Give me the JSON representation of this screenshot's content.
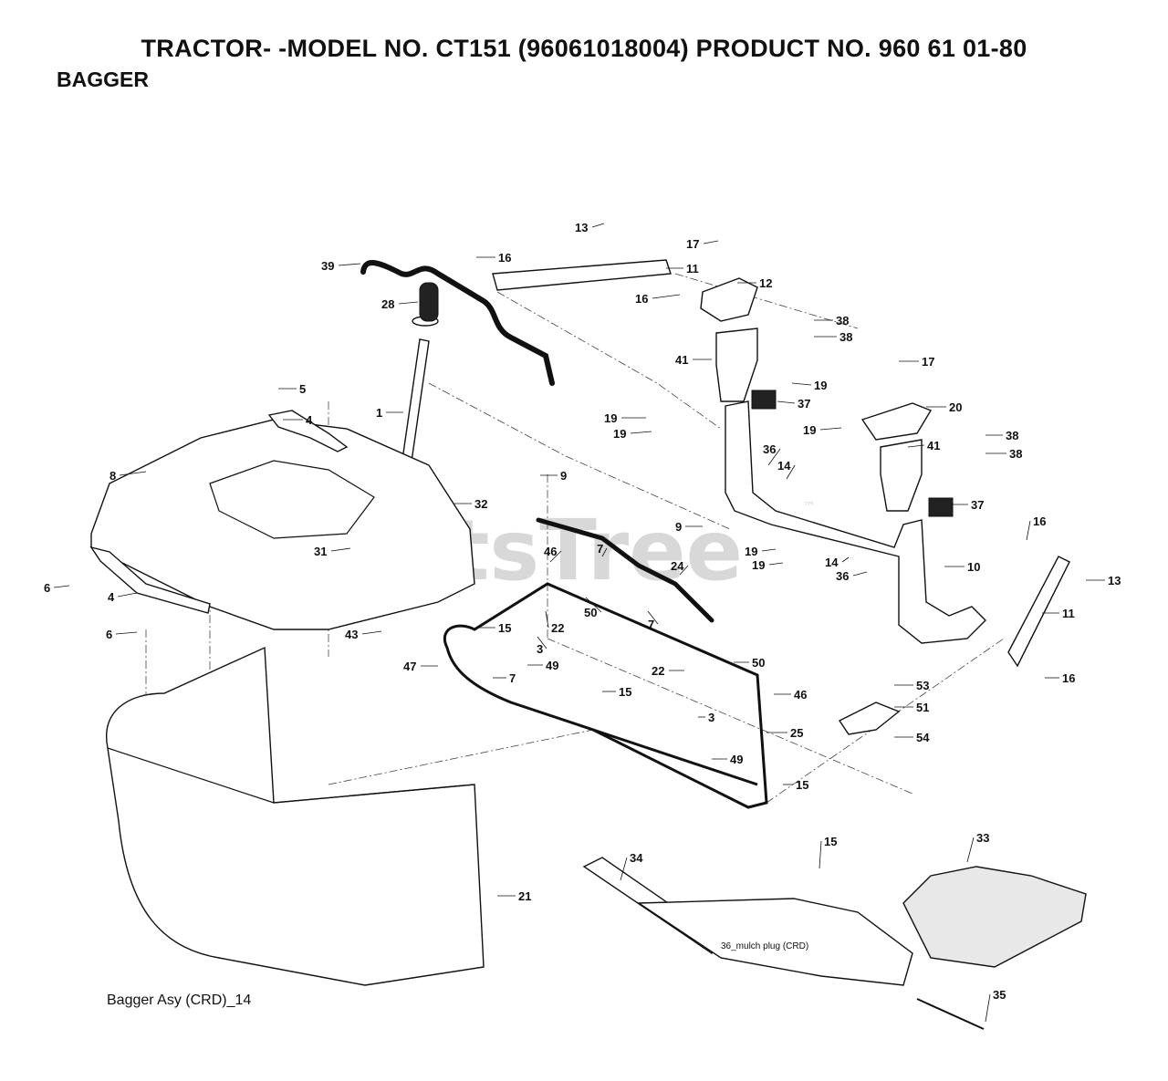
{
  "header": {
    "title": "TRACTOR- -MODEL NO. CT151 (96061018004) PRODUCT NO. 960 61 01-80",
    "subtitle": "BAGGER"
  },
  "watermark": {
    "text": "PartsTree",
    "tm": "™"
  },
  "caption": "Bagger Asy (CRD)_14",
  "mulch_plug_label": "36_mulch plug (CRD)",
  "callouts": [
    {
      "id": "c39",
      "text": "39"
    },
    {
      "id": "c16a",
      "text": "16"
    },
    {
      "id": "c13a",
      "text": "13"
    },
    {
      "id": "c17a",
      "text": "17"
    },
    {
      "id": "c11a",
      "text": "11"
    },
    {
      "id": "c12",
      "text": "12"
    },
    {
      "id": "c16b",
      "text": "16"
    },
    {
      "id": "c28",
      "text": "28"
    },
    {
      "id": "c38a",
      "text": "38"
    },
    {
      "id": "c38b",
      "text": "38"
    },
    {
      "id": "c41a",
      "text": "41"
    },
    {
      "id": "c19a",
      "text": "19"
    },
    {
      "id": "c17b",
      "text": "17"
    },
    {
      "id": "c5",
      "text": "5"
    },
    {
      "id": "c37a",
      "text": "37"
    },
    {
      "id": "c1",
      "text": "1"
    },
    {
      "id": "c4a",
      "text": "4"
    },
    {
      "id": "c19b",
      "text": "19"
    },
    {
      "id": "c19c",
      "text": "19"
    },
    {
      "id": "c20",
      "text": "20"
    },
    {
      "id": "c19d",
      "text": "19"
    },
    {
      "id": "c38c",
      "text": "38"
    },
    {
      "id": "c41b",
      "text": "41"
    },
    {
      "id": "c38d",
      "text": "38"
    },
    {
      "id": "c36a",
      "text": "36"
    },
    {
      "id": "c14a",
      "text": "14"
    },
    {
      "id": "c8",
      "text": "8"
    },
    {
      "id": "c9a",
      "text": "9"
    },
    {
      "id": "c32",
      "text": "32"
    },
    {
      "id": "c37b",
      "text": "37"
    },
    {
      "id": "c9b",
      "text": "9"
    },
    {
      "id": "c16c",
      "text": "16"
    },
    {
      "id": "c31",
      "text": "31"
    },
    {
      "id": "c46a",
      "text": "46"
    },
    {
      "id": "c7a",
      "text": "7"
    },
    {
      "id": "c19e",
      "text": "19"
    },
    {
      "id": "c19f",
      "text": "19"
    },
    {
      "id": "c14b",
      "text": "14"
    },
    {
      "id": "c10",
      "text": "10"
    },
    {
      "id": "c24",
      "text": "24"
    },
    {
      "id": "c36b",
      "text": "36"
    },
    {
      "id": "c13b",
      "text": "13"
    },
    {
      "id": "c6a",
      "text": "6"
    },
    {
      "id": "c4b",
      "text": "4"
    },
    {
      "id": "c50a",
      "text": "50"
    },
    {
      "id": "c11b",
      "text": "11"
    },
    {
      "id": "c7b",
      "text": "7"
    },
    {
      "id": "c15a",
      "text": "15"
    },
    {
      "id": "c22a",
      "text": "22"
    },
    {
      "id": "c6b",
      "text": "6"
    },
    {
      "id": "c43",
      "text": "43"
    },
    {
      "id": "c3a",
      "text": "3"
    },
    {
      "id": "c47",
      "text": "47"
    },
    {
      "id": "c49a",
      "text": "49"
    },
    {
      "id": "c7c",
      "text": "7"
    },
    {
      "id": "c50b",
      "text": "50"
    },
    {
      "id": "c22b",
      "text": "22"
    },
    {
      "id": "c16d",
      "text": "16"
    },
    {
      "id": "c15b",
      "text": "15"
    },
    {
      "id": "c46b",
      "text": "46"
    },
    {
      "id": "c53",
      "text": "53"
    },
    {
      "id": "c3b",
      "text": "3"
    },
    {
      "id": "c51",
      "text": "51"
    },
    {
      "id": "c25",
      "text": "25"
    },
    {
      "id": "c54",
      "text": "54"
    },
    {
      "id": "c49b",
      "text": "49"
    },
    {
      "id": "c15c",
      "text": "15"
    },
    {
      "id": "c15d",
      "text": "15"
    },
    {
      "id": "c33",
      "text": "33"
    },
    {
      "id": "c34",
      "text": "34"
    },
    {
      "id": "c21",
      "text": "21"
    },
    {
      "id": "c35",
      "text": "35"
    }
  ]
}
